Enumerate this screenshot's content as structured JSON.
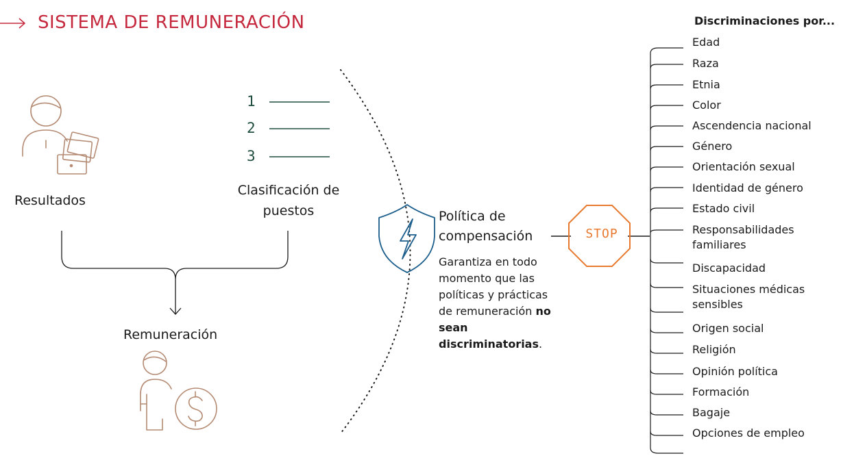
{
  "header": {
    "title": "SISTEMA DE REMUNERACIÓN"
  },
  "left": {
    "resultados": "Resultados",
    "clasificacion": "Clasificación de puestos",
    "remuneracion": "Remuneración",
    "list_numbers": [
      "1",
      "2",
      "3"
    ],
    "currency_symbol": "$"
  },
  "policy": {
    "title_line1": "Política de",
    "title_line2": "compensación",
    "text_prefix": "Garantiza en todo momento que las políticas y prácticas de remuneración",
    "text_bold": "no sean discriminatorias",
    "text_suffix": "."
  },
  "stop": {
    "label": "STOP"
  },
  "discriminations": {
    "title": "Discriminaciones por...",
    "items": [
      "Edad",
      "Raza",
      "Etnia",
      "Color",
      "Ascendencia nacional",
      "Género",
      "Orientación sexual",
      "Identidad de género",
      "Estado civil",
      "Responsabilidades familiares",
      "Discapacidad",
      "Situaciones médicas sensibles",
      "Origen social",
      "Religión",
      "Opinión política",
      "Formación",
      "Bagaje",
      "Opciones de empleo"
    ]
  },
  "colors": {
    "title": "#c5283d",
    "tan_icon": "#b48a72",
    "green_list": "#1f4d3f",
    "shield": "#1b5e8c",
    "stop": "#e8792f",
    "lines": "#1a1a1a"
  }
}
